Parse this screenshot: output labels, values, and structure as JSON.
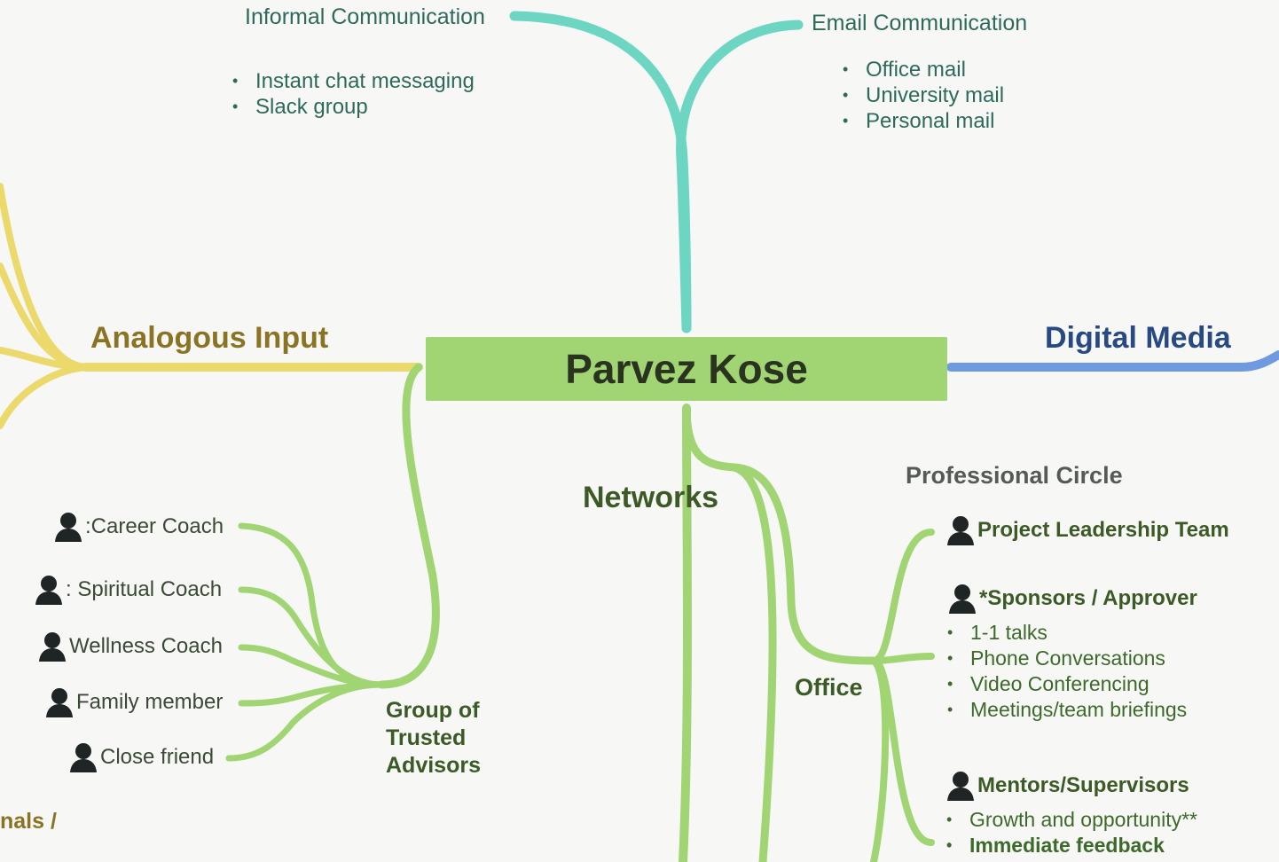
{
  "central_topic": "Parvez Kose",
  "informal": {
    "title": "Informal Communication",
    "items": [
      "Instant chat messaging",
      "Slack group"
    ]
  },
  "email": {
    "title": "Email Communication",
    "items": [
      "Office mail",
      "University mail",
      "Personal mail"
    ]
  },
  "analogous_input": {
    "title": "Analogous Input"
  },
  "digital_media": {
    "title": "Digital Media"
  },
  "networks": {
    "title": "Networks"
  },
  "office": {
    "title": "Office"
  },
  "trusted_advisors": {
    "title_lines": [
      "Group of",
      "Trusted",
      "Advisors"
    ],
    "members": [
      ":Career Coach",
      ": Spiritual Coach",
      "Wellness Coach",
      "Family member",
      "Close friend"
    ]
  },
  "professional_circle": {
    "title": "Professional Circle",
    "project_leadership": "Project Leadership Team",
    "sponsors": {
      "title": "*Sponsors / Approver",
      "items": [
        "1-1 talks",
        "Phone Conversations",
        "Video Conferencing",
        "Meetings/team briefings"
      ]
    },
    "mentors": {
      "title": "Mentors/Supervisors",
      "items": [
        "Growth and opportunity**",
        "Immediate feedback"
      ]
    }
  },
  "partial_left_label": "nals /",
  "colors": {
    "teal_branch": "#6dd6c3",
    "yellow_branch": "#ecd96b",
    "blue_branch": "#6f9ae0",
    "green_branch": "#a1d574",
    "central_fill": "#a1d574"
  },
  "icons": {
    "person": "person-silhouette-icon"
  }
}
